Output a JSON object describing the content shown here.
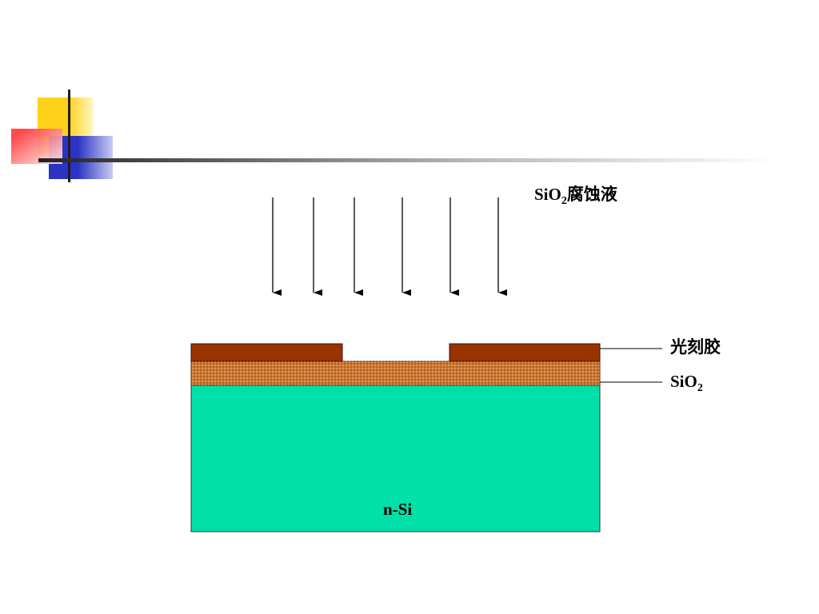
{
  "labels": {
    "etchant": {
      "formula_main": "SiO",
      "formula_sub": "2",
      "suffix": "腐蚀液"
    },
    "photoresist": "光刻胶",
    "sio2": {
      "main": "SiO",
      "sub": "2"
    },
    "substrate": "n-Si"
  },
  "colors": {
    "photoresist": "#993300",
    "sio2": "#c8742e",
    "substrate": "#00e0a8"
  },
  "icons": {
    "arrow": "arrow-down-icon"
  }
}
